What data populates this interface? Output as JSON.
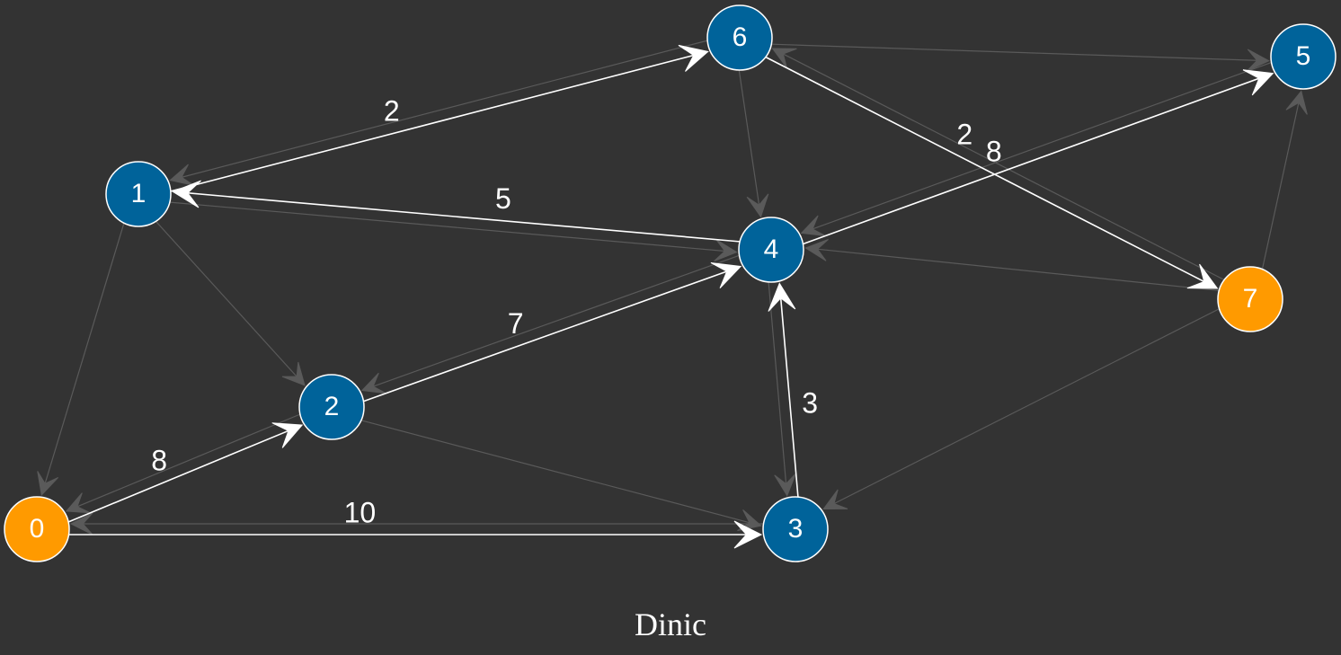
{
  "colors": {
    "background": "#333333",
    "node_default": "#00639A",
    "node_highlight": "#FF9A00",
    "node_border": "#ffffff",
    "edge_active": "#ffffff",
    "edge_inactive": "#5a5a5a"
  },
  "caption": "Dinic",
  "nodes": [
    {
      "id": "0",
      "label": "0",
      "state": "highlight"
    },
    {
      "id": "1",
      "label": "1",
      "state": "default"
    },
    {
      "id": "2",
      "label": "2",
      "state": "default"
    },
    {
      "id": "3",
      "label": "3",
      "state": "default"
    },
    {
      "id": "4",
      "label": "4",
      "state": "default"
    },
    {
      "id": "5",
      "label": "5",
      "state": "default"
    },
    {
      "id": "6",
      "label": "6",
      "state": "default"
    },
    {
      "id": "7",
      "label": "7",
      "state": "highlight"
    }
  ],
  "edges": [
    {
      "from": "0",
      "to": "2",
      "label": "8",
      "active": true
    },
    {
      "from": "0",
      "to": "3",
      "label": "10",
      "active": true
    },
    {
      "from": "1",
      "to": "6",
      "label": "2",
      "active": true
    },
    {
      "from": "4",
      "to": "1",
      "label": "5",
      "active": true
    },
    {
      "from": "2",
      "to": "4",
      "label": "7",
      "active": true
    },
    {
      "from": "3",
      "to": "4",
      "label": "3",
      "active": true
    },
    {
      "from": "6",
      "to": "7",
      "label": "2",
      "active": true
    },
    {
      "from": "4",
      "to": "5",
      "label": "8",
      "active": true
    },
    {
      "from": "2",
      "to": "0",
      "label": "",
      "active": false
    },
    {
      "from": "3",
      "to": "0",
      "label": "",
      "active": false
    },
    {
      "from": "6",
      "to": "1",
      "label": "",
      "active": false
    },
    {
      "from": "1",
      "to": "4",
      "label": "",
      "active": false
    },
    {
      "from": "4",
      "to": "2",
      "label": "",
      "active": false
    },
    {
      "from": "4",
      "to": "3",
      "label": "",
      "active": false
    },
    {
      "from": "7",
      "to": "6",
      "label": "",
      "active": false
    },
    {
      "from": "5",
      "to": "4",
      "label": "",
      "active": false
    },
    {
      "from": "1",
      "to": "0",
      "label": "",
      "active": false
    },
    {
      "from": "1",
      "to": "2",
      "label": "",
      "active": false
    },
    {
      "from": "2",
      "to": "3",
      "label": "",
      "active": false
    },
    {
      "from": "6",
      "to": "5",
      "label": "",
      "active": false
    },
    {
      "from": "6",
      "to": "4",
      "label": "",
      "active": false
    },
    {
      "from": "7",
      "to": "5",
      "label": "",
      "active": false
    },
    {
      "from": "7",
      "to": "4",
      "label": "",
      "active": false
    },
    {
      "from": "7",
      "to": "3",
      "label": "",
      "active": false
    }
  ]
}
